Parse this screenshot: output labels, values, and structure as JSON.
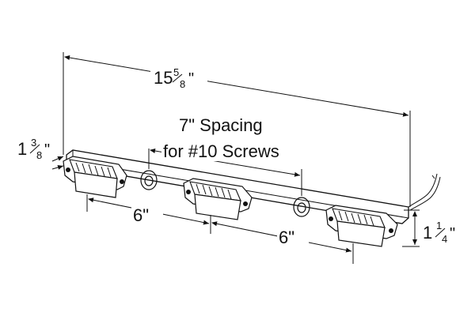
{
  "dimensions": {
    "overall_length": {
      "whole": "15",
      "num": "5",
      "den": "8",
      "unit": "\""
    },
    "bar_height": {
      "whole": "1",
      "num": "3",
      "den": "8",
      "unit": "\""
    },
    "lamp_height": {
      "whole": "1",
      "num": "1",
      "den": "4",
      "unit": "\""
    },
    "spacing_left": "6\"",
    "spacing_right": "6\"",
    "screw_note_line1": "7\" Spacing",
    "screw_note_line2": "for #10 Screws"
  },
  "colors": {
    "ink": "#111111",
    "background": "#ffffff"
  }
}
